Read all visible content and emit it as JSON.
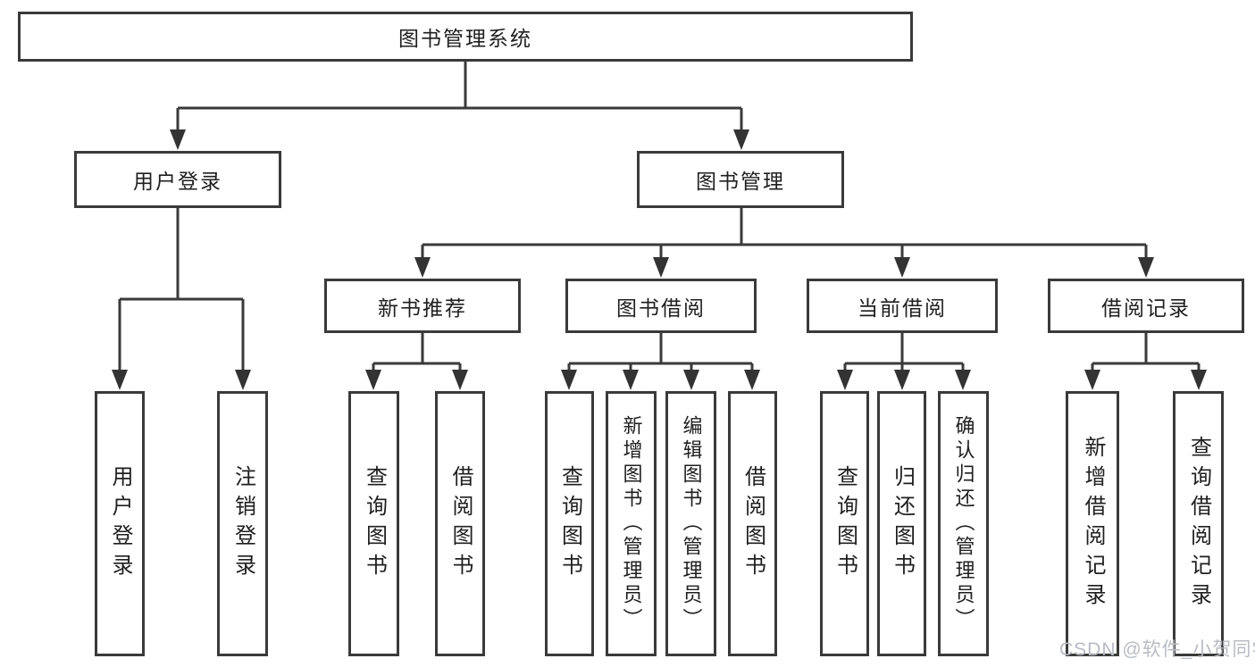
{
  "diagram": {
    "title": "图书管理系统",
    "branches": [
      {
        "label": "用户登录",
        "children": [
          "用户登录",
          "注销登录"
        ]
      },
      {
        "label": "图书管理",
        "children": [
          {
            "label": "新书推荐",
            "children": [
              "查询图书",
              "借阅图书"
            ]
          },
          {
            "label": "图书借阅",
            "children": [
              "查询图书",
              "新增图书（管理员）",
              "编辑图书（管理员）",
              "借阅图书"
            ]
          },
          {
            "label": "当前借阅",
            "children": [
              "查询图书",
              "归还图书",
              "确认归还（管理员）"
            ]
          },
          {
            "label": "借阅记录",
            "children": [
              "新增借阅记录",
              "查询借阅记录"
            ]
          }
        ]
      }
    ]
  },
  "watermark": "CSDN @软件_小贺同学"
}
